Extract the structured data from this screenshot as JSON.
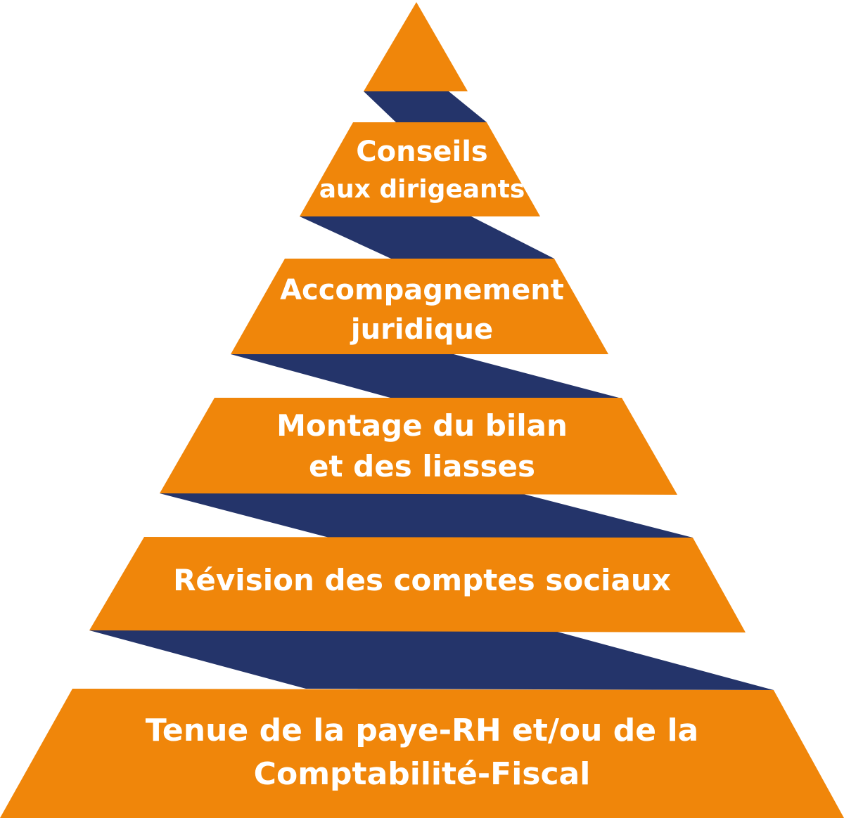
{
  "colors": {
    "orange": "#F0860A",
    "navy": "#24346A",
    "text": "#FFFFFF",
    "background": "#FFFFFF"
  },
  "levels": [
    {
      "lines": []
    },
    {
      "lines": [
        "Conseils",
        "aux dirigeants"
      ]
    },
    {
      "lines": [
        "Accompagnement",
        "juridique"
      ]
    },
    {
      "lines": [
        "Montage du bilan",
        "et des liasses"
      ]
    },
    {
      "lines": [
        "Révision des comptes sociaux"
      ]
    },
    {
      "lines": [
        "Tenue de la paye-RH et/ou de la",
        "Comptabilité-Fiscal"
      ]
    }
  ]
}
